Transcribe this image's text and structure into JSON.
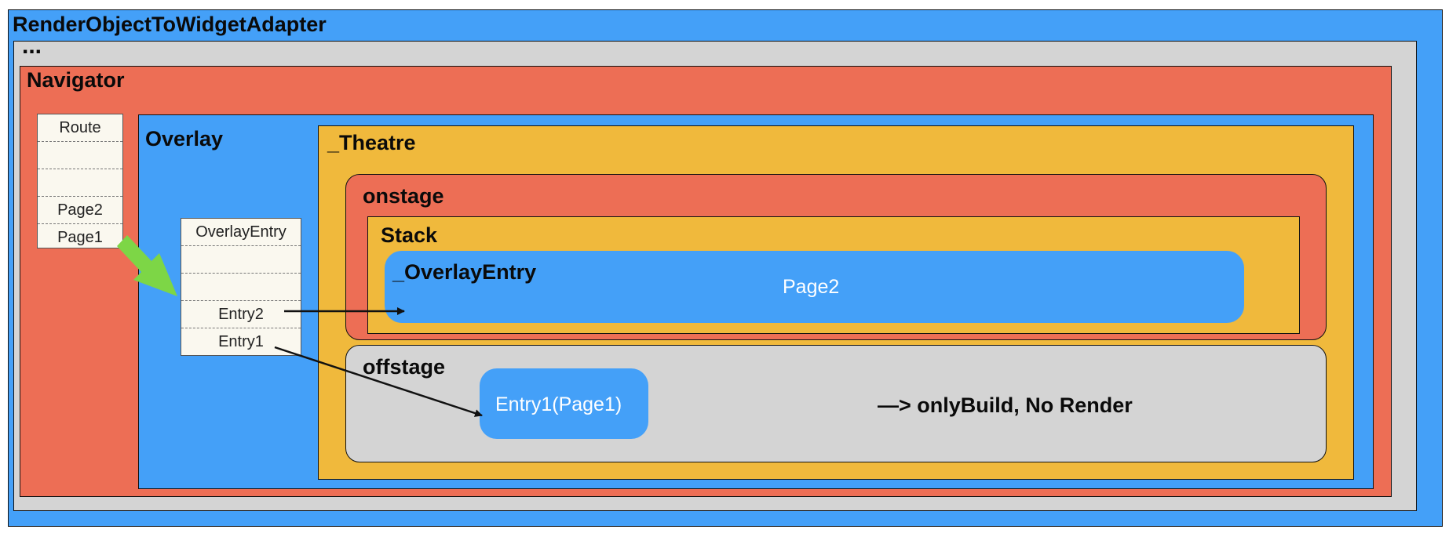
{
  "render_object_adapter": {
    "label": "RenderObjectToWidgetAdapter"
  },
  "ellipsis": {
    "label": "..."
  },
  "navigator": {
    "label": "Navigator",
    "route_list": [
      "Route",
      "",
      "",
      "Page2",
      "Page1"
    ]
  },
  "overlay": {
    "label": "Overlay",
    "entry_list": [
      "OverlayEntry",
      "",
      "",
      "Entry2",
      "Entry1"
    ]
  },
  "theatre": {
    "label": "_Theatre",
    "onstage": {
      "label": "onstage",
      "stack": {
        "label": "Stack",
        "overlay_entry": {
          "label": "_OverlayEntry",
          "content": "Page2"
        }
      }
    },
    "offstage": {
      "label": "offstage",
      "entry": "Entry1(Page1)",
      "note": "—>  onlyBuild,  No Render"
    }
  },
  "colors": {
    "blue": "#44a0f8",
    "gray": "#d4d4d4",
    "red": "#ed6e55",
    "yellow": "#f0b93c",
    "green_arrow": "#7dd646"
  }
}
